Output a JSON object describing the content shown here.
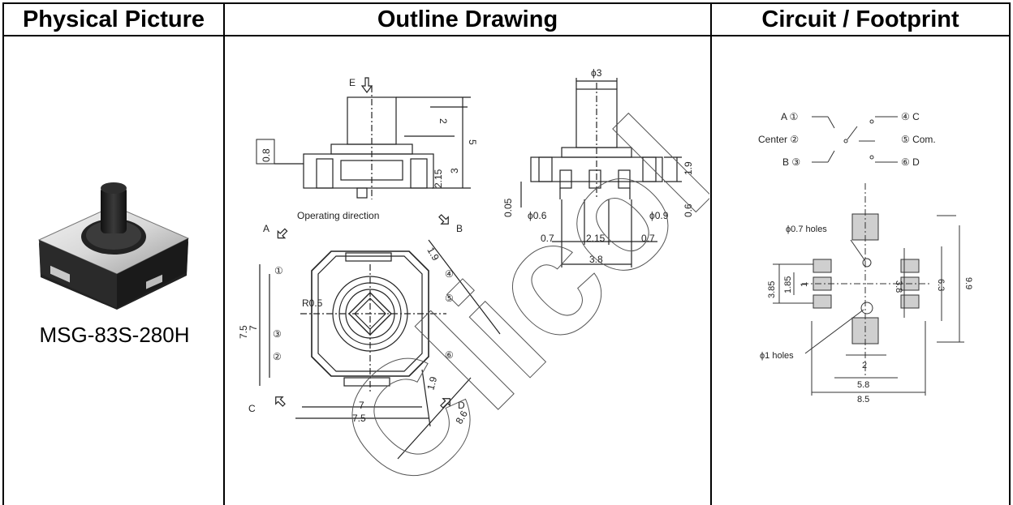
{
  "headers": {
    "physical": "Physical Picture",
    "outline": "Outline Drawing",
    "circuit": "Circuit / Footprint"
  },
  "part_number": "MSG-83S-280H",
  "outline": {
    "dir_e": "E",
    "dim_2": "2",
    "dim_5": "5",
    "dim_08": "0.8",
    "dim_215": "2.15",
    "dim_3": "3",
    "operating_direction": "Operating direction",
    "dir_a": "A",
    "dir_b": "B",
    "dir_c": "C",
    "dir_d": "D",
    "dim_19a": "1.9",
    "dim_19b": "1.9",
    "r05": "R0.5",
    "dim_75v": "7.5",
    "dim_7v": "7",
    "dim_7h": "7",
    "dim_75h": "7.5",
    "dim_86": "8.6",
    "pin1": "①",
    "pin2": "②",
    "pin3": "③",
    "pin4": "④",
    "pin5": "⑤",
    "pin6": "⑥",
    "phi3": "ϕ3",
    "dim_19r": "1.9",
    "dim_005": "0.05",
    "phi06": "ϕ0.6",
    "phi09": "ϕ0.9",
    "dim_06": "0.6",
    "dim_07a": "0.7",
    "dim_215b": "2.15",
    "dim_07b": "0.7",
    "dim_38": "3.8"
  },
  "circuit": {
    "a_label": "A ①",
    "center_label": "Center ②",
    "b_label": "B ③",
    "c_label": "④ C",
    "com_label": "⑤ Com.",
    "d_label": "⑥ D",
    "holes_07": "ϕ0.7 holes",
    "holes_1": "ϕ1 holes",
    "dim_385": "3.85",
    "dim_185": "1.85",
    "dim_1": "1",
    "dim_38": "3.8",
    "dim_63": "6.3",
    "dim_99": "9.9",
    "dim_2": "2",
    "dim_58": "5.8",
    "dim_85": "8.5"
  },
  "watermark": "Clicol"
}
